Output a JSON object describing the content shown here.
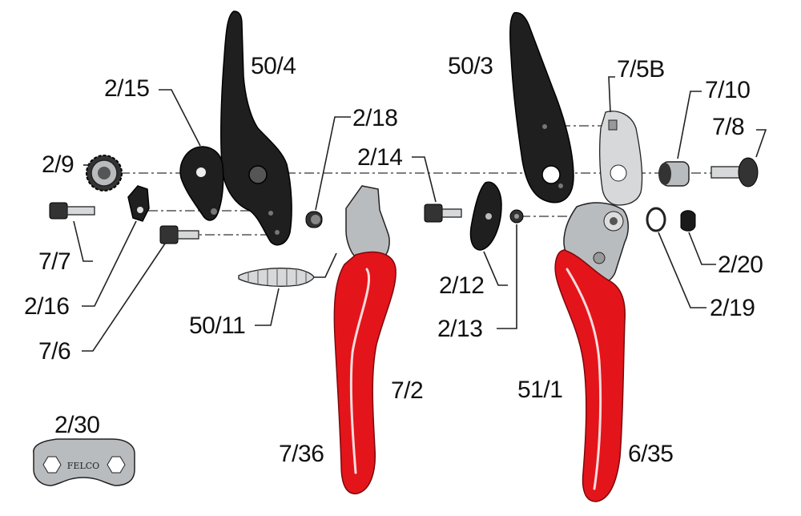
{
  "brand": "FELCO",
  "colors": {
    "handle": "#e4141b",
    "blade": "#1f1f1f",
    "steel": "#b9bcbf"
  },
  "labels": {
    "p50_4": "50/4",
    "p2_15": "2/15",
    "p2_9": "2/9",
    "p7_7": "7/7",
    "p2_16": "2/16",
    "p7_6": "7/6",
    "p50_11": "50/11",
    "p2_18": "2/18",
    "p2_14": "2/14",
    "p7_2": "7/2",
    "p7_36": "7/36",
    "p2_30": "2/30",
    "p50_3": "50/3",
    "p7_5b": "7/5B",
    "p7_10": "7/10",
    "p7_8": "7/8",
    "p2_12": "2/12",
    "p2_13": "2/13",
    "p2_20": "2/20",
    "p2_19": "2/19",
    "p51_1": "51/1",
    "p6_35": "6/35"
  }
}
